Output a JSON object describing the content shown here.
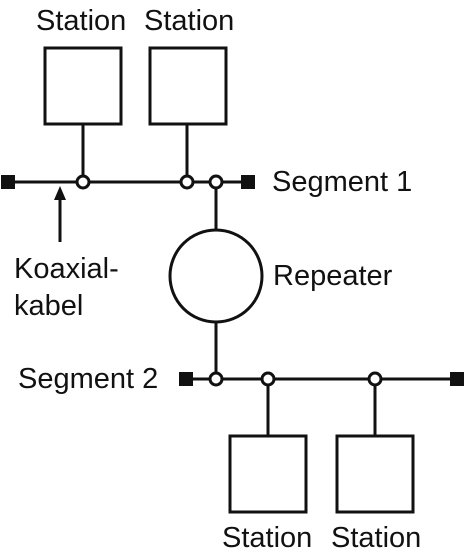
{
  "stations_top": [
    "Station",
    "Station"
  ],
  "stations_bottom": [
    "Station",
    "Station"
  ],
  "segments": {
    "first": "Segment 1",
    "second": "Segment 2"
  },
  "repeater": "Repeater",
  "cable": {
    "line1": "Koaxial-",
    "line2": "kabel"
  },
  "colors": {
    "ink": "#111111",
    "background": "#ffffff"
  }
}
